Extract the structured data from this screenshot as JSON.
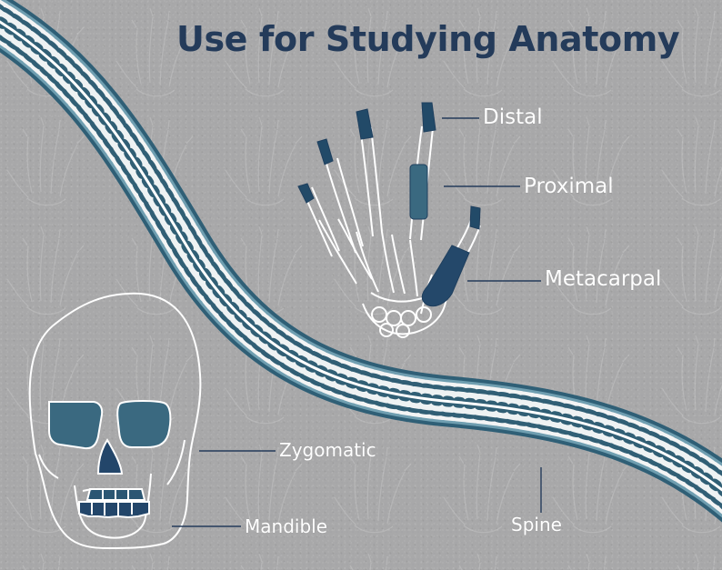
{
  "title": "Use for Studying Anatomy",
  "labels": {
    "distal": "Distal",
    "proximal": "Proximal",
    "metacarpal": "Metacarpal",
    "zygomatic": "Zygomatic",
    "mandible": "Mandible",
    "spine": "Spine"
  },
  "colors": {
    "background": "#a8a8a9",
    "title": "#243b5a",
    "bone_highlight_dark": "#1f4566",
    "bone_highlight_teal": "#3b6880",
    "outline": "#ffffff",
    "spine_outer": "#315f75"
  }
}
